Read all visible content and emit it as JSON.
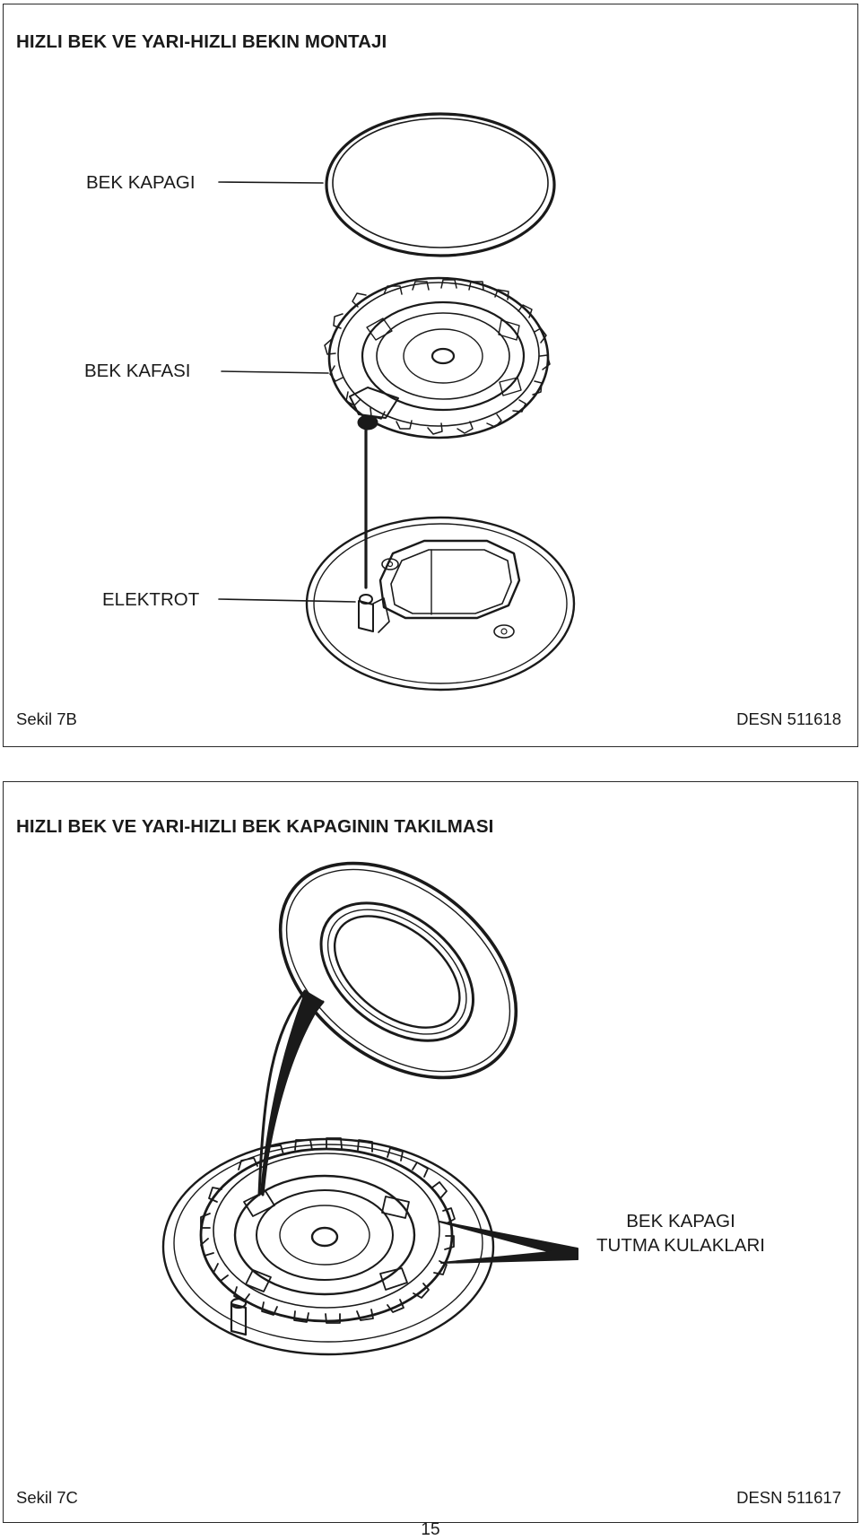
{
  "figure_7b": {
    "title": "HIZLI BEK VE YARI-HIZLI BEKIN MONTAJI",
    "labels": {
      "cap": "BEK KAPAGI",
      "head": "BEK KAFASI",
      "electrode": "ELEKTROT"
    },
    "figure_id": "Sekil 7B",
    "drawing_number": "DESN 511618"
  },
  "figure_7c": {
    "title": "HIZLI BEK VE YARI-HIZLI BEK KAPAGININ TAKILMASI",
    "labels": {
      "tabs_line1": "BEK KAPAGI",
      "tabs_line2": "TUTMA KULAKLARI"
    },
    "figure_id": "Sekil 7C",
    "drawing_number": "DESN 511617"
  },
  "page_number": "15"
}
